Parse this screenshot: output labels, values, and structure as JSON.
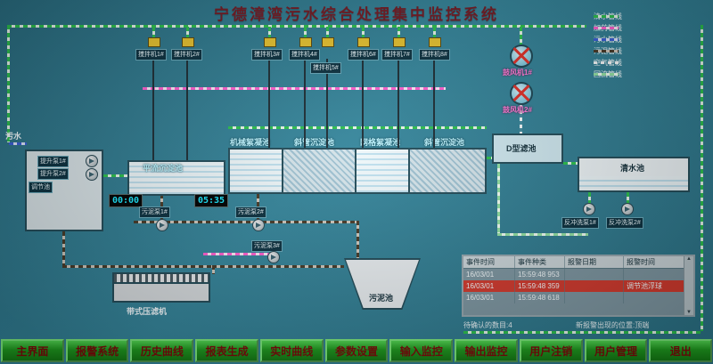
{
  "title": "宁德漳湾污水综合处理集中监控系统",
  "inflow_label": "污水",
  "colors": {
    "background": "#2f7b90",
    "title_red": "#731b24",
    "button_green": "#1f9a1f",
    "alarm_red": "#d23a2e",
    "pipe_clearwater": "#2cc14d",
    "pipe_dosing": "#ff5fd0",
    "pipe_sewage": "#3a5fd9",
    "pipe_sludge": "#473a28",
    "pipe_air": "#ffffff",
    "pipe_return": "#93e2a4"
  },
  "legend": {
    "items": [
      {
        "label": "清水管线",
        "color": "#2cc14d"
      },
      {
        "label": "加药管线",
        "color": "#ff5fd0"
      },
      {
        "label": "污水管线",
        "color": "#3a5fd9"
      },
      {
        "label": "污泥管线",
        "color": "#473a28"
      },
      {
        "label": "空气管线",
        "color": "#ffffff"
      },
      {
        "label": "回流管线",
        "color": "#93e2a4"
      }
    ]
  },
  "tanks": {
    "tiaojie": "调节池",
    "pingliu": "平流沉淀池",
    "jixie": "机械絮凝池",
    "xieguan1": "斜管沉淀池",
    "wangge": "网格絮凝池",
    "xieguan2": "斜管沉淀池",
    "dxing": "D型滤池",
    "qingshui": "清水池",
    "wuni": "污泥池",
    "yalvji": "带式压滤机"
  },
  "devices": {
    "mixers": [
      "搅拌机1#",
      "搅拌机2#",
      "搅拌机3#",
      "搅拌机4#",
      "搅拌机5#",
      "搅拌机6#",
      "搅拌机7#",
      "搅拌机8#"
    ],
    "blowers": [
      "鼓风机1#",
      "鼓风机2#"
    ],
    "lift_pumps": [
      "提升泵1#",
      "提升泵2#"
    ],
    "sludge_pumps": [
      "污泥泵1#",
      "污泥泵2#",
      "污泥泵3#"
    ],
    "backwash_pumps": [
      "反冲洗泵1#",
      "反冲洗泵2#"
    ],
    "timers": [
      "00:00",
      "05:35"
    ]
  },
  "alarm_panel": {
    "headers": [
      "事件时间",
      "事件种类",
      "报警日期",
      "报警时间"
    ],
    "rows": [
      [
        "16/03/01",
        "15:59:48 953",
        "",
        ""
      ],
      [
        "16/03/01",
        "15:59:48 359",
        "",
        "调节池浮球"
      ],
      [
        "16/03/01",
        "15:59:48 618",
        "",
        ""
      ]
    ],
    "scroll_up": "▲",
    "scroll_down": "▼",
    "footer_left": "待确认的数目:4",
    "footer_right": "新报警出现的位置:顶端"
  },
  "navbar": {
    "buttons": [
      "主界面",
      "报警系统",
      "历史曲线",
      "报表生成",
      "实时曲线",
      "参数设置",
      "输入监控",
      "输出监控",
      "用户注销",
      "用户管理",
      "退出"
    ]
  }
}
